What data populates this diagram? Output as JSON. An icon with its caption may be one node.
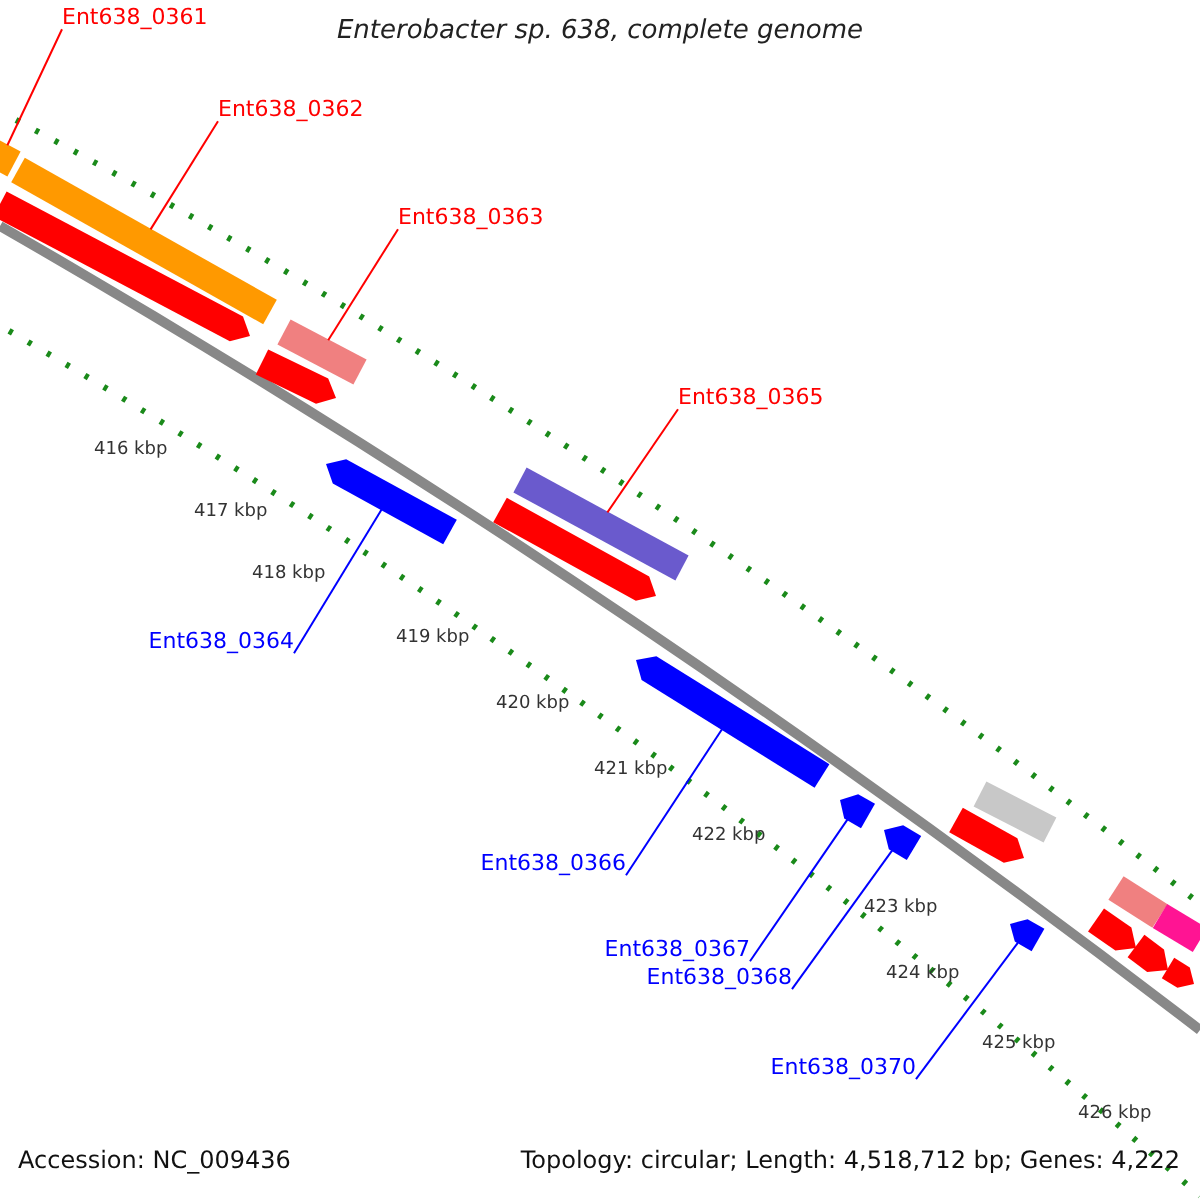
{
  "diagram": {
    "title": "Enterobacter sp. 638, complete genome",
    "nodes": [
      {
        "text": [
          "Ent638_0361"
        ]
      },
      {
        "text": [],
        "shape": "bar"
      },
      {
        "text": [
          "Ent638_0362"
        ]
      },
      {
        "text": [],
        "shape": "bar"
      },
      {
        "text": [
          "Ent638_0363"
        ]
      },
      {
        "text": [],
        "shape": "bar"
      },
      {
        "text": [
          "Ent638_0365"
        ]
      },
      {
        "text": [],
        "shape": "bar"
      },
      {
        "text": [
          "Ent638_0364"
        ]
      },
      {
        "text": [],
        "shape": "bar"
      },
      {
        "text": [
          "Ent638_0366"
        ]
      },
      {
        "text": [],
        "shape": "bar"
      },
      {
        "text": [
          "Ent638_0367"
        ]
      },
      {
        "text": [],
        "shape": "bar"
      },
      {
        "text": [
          "Ent638_0368"
        ]
      },
      {
        "text": [],
        "shape": "bar"
      },
      {
        "text": [
          "Ent638_0370"
        ]
      },
      {
        "text": [],
        "shape": "bar"
      },
      {
        "text": [],
        "shape": "bar"
      },
      {
        "text": [],
        "shape": "bar"
      },
      {
        "text": [],
        "shape": "bar"
      },
      {
        "text": [],
        "shape": "bar"
      },
      {
        "text": [],
        "shape": "bar"
      },
      {
        "text": [],
        "shape": "bar"
      },
      {
        "text": [],
        "shape": "bar"
      },
      {
        "text": [],
        "shape": "bar"
      },
      {
        "text": [],
        "shape": "bar"
      },
      {
        "text": [],
        "shape": "bar"
      }
    ],
    "edges": [
      {
        "from": 0,
        "to": 1,
        "arrow": "none",
        "color": "#ff0000"
      },
      {
        "from": 2,
        "to": 3,
        "arrow": "none",
        "color": "#ff0000"
      },
      {
        "from": 4,
        "to": 5,
        "arrow": "none",
        "color": "#ff0000"
      },
      {
        "from": 6,
        "to": 7,
        "arrow": "none",
        "color": "#ff0000"
      },
      {
        "from": 8,
        "to": 9,
        "arrow": "none",
        "color": "#0000ff"
      },
      {
        "from": 10,
        "to": 11,
        "arrow": "none",
        "color": "#0000ff"
      },
      {
        "from": 12,
        "to": 13,
        "arrow": "none",
        "color": "#0000ff"
      },
      {
        "from": 14,
        "to": 15,
        "arrow": "none",
        "color": "#0000ff"
      },
      {
        "from": 16,
        "to": 17,
        "arrow": "none",
        "color": "#0000ff"
      }
    ],
    "labels": [
      "416 kbp",
      "417 kbp",
      "418 kbp",
      "419 kbp",
      "420 kbp",
      "421 kbp",
      "422 kbp",
      "423 kbp",
      "424 kbp",
      "425 kbp",
      "426 kbp",
      "Accession: NC_009436",
      "Topology: circular; Length: 4,518,712 bp; Genes: 4,222"
    ]
  }
}
